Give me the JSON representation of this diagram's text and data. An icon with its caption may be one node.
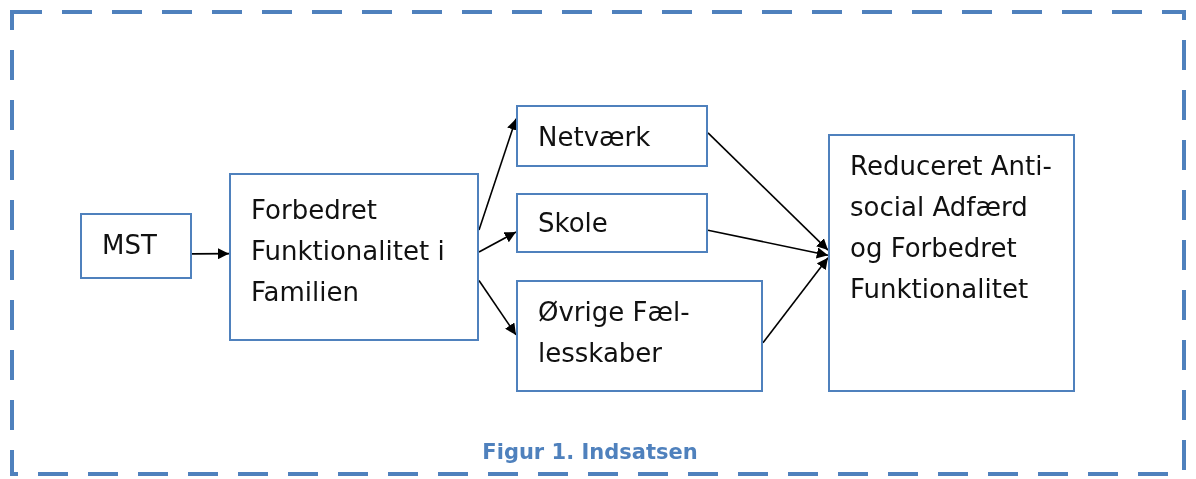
{
  "diagram": {
    "caption": "Figur 1. Indsatsen",
    "nodes": [
      {
        "text": [
          "MST"
        ]
      },
      {
        "text": [
          "Forbedret Funktionalitet i Familien"
        ]
      },
      {
        "text": [
          "Netværk"
        ]
      },
      {
        "text": [
          "Skole"
        ]
      },
      {
        "text": [
          "Øvrige Fæl- lesskaber"
        ]
      },
      {
        "text": [
          "Reduceret Anti-social Adfærd og Forbedret Funktionalitet"
        ]
      }
    ],
    "edges": [
      {
        "from": 0,
        "to": 1,
        "arrow": "to"
      },
      {
        "from": 1,
        "to": 2,
        "arrow": "to"
      },
      {
        "from": 1,
        "to": 3,
        "arrow": "to"
      },
      {
        "from": 1,
        "to": 4,
        "arrow": "to"
      },
      {
        "from": 2,
        "to": 5,
        "arrow": "to"
      },
      {
        "from": 3,
        "to": 5,
        "arrow": "to"
      },
      {
        "from": 4,
        "to": 5,
        "arrow": "to"
      }
    ]
  }
}
